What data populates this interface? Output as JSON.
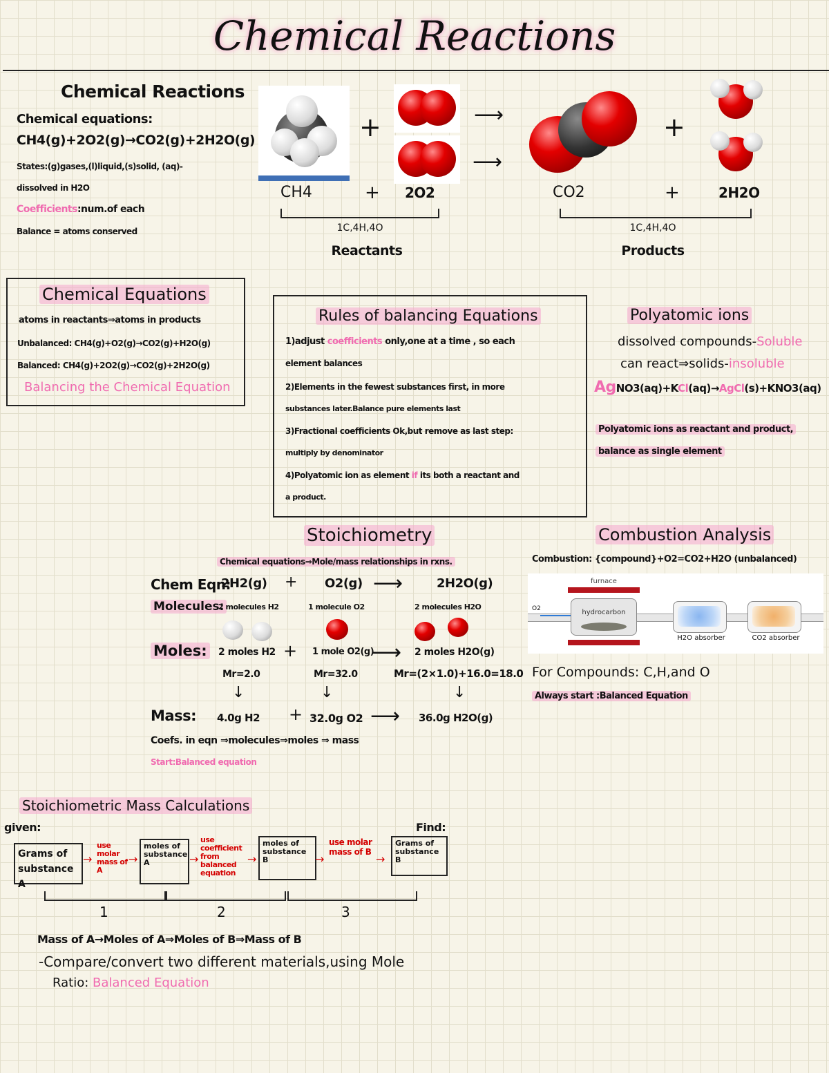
{
  "title": "Chemical Reactions",
  "section1": {
    "heading": "Chemical Reactions",
    "eq_label": "Chemical equations:",
    "equation": "CH4(g)+2O2(g)→CO2(g)+2H2O(g)",
    "states": "States:(g)gases,(l)liquid,(s)solid, (aq)-",
    "states2": "dissolved in H2O",
    "coeff_label": "Coefficients",
    "coeff_text": ":num.of each",
    "balance": "Balance = atoms conserved"
  },
  "diagram": {
    "plus": "+",
    "arrow": "⟶",
    "ch4": "CH4",
    "o2": "2O2",
    "co2": "CO2",
    "h2o": "2H2O",
    "reactant_count": "1C,4H,4O",
    "reactant_label": "Reactants",
    "product_count": "1C,4H,4O",
    "product_label": "Products"
  },
  "equations_box": {
    "heading": "Chemical Equations",
    "line1": "atoms in reactants⇒atoms in products",
    "line2": "Unbalanced: CH4(g)+O2(g)→CO2(g)+H2O(g)",
    "line3": "Balanced: CH4(g)+2O2(g)→CO2(g)+2H2O(g)",
    "link": "Balancing the Chemical Equation"
  },
  "rules_box": {
    "heading": "Rules of balancing Equations",
    "r1a": "1)adjust",
    "r1b": "coefficients",
    "r1c": "only,one at a time , so each",
    "r1d": "element balances",
    "r2a": "2)Elements in the fewest substances first, in more",
    "r2b": "substances later.Balance pure elements last",
    "r3a": "3)Fractional coefficients Ok,but remove as last step:",
    "r3b": "multiply by denominator",
    "r4a": "4)Polyatomic ion as element",
    "r4b": "if",
    "r4c": "its both a reactant and",
    "r4d": "a product."
  },
  "polyatomic": {
    "heading": "Polyatomic ions",
    "l1a": "dissolved compounds-",
    "l1b": "Soluble",
    "l2a": "can react⇒solids-",
    "l2b": "insoluble",
    "eq_ag": "Ag",
    "eq_mid": "NO3(aq)+K",
    "eq_cl": "Cl",
    "eq_mid2": "(aq)→",
    "eq_agcl": "AgCl",
    "eq_end": "(s)+KNO3(aq)",
    "note1": "Polyatomic ions as reactant and product,",
    "note2": "balance as single element"
  },
  "stoich": {
    "heading": "Stoichiometry",
    "sub": "Chemical equations⇒Mole/mass relationships in rxns.",
    "eqn_label": "Chem Eqn:",
    "eqn_r1": "2H2(g)",
    "eqn_r2": "O2(g)",
    "eqn_p": "2H2O(g)",
    "mol_label": "Molecules:",
    "mol_r1": "2 molecules H2",
    "mol_r2": "1 molecule O2",
    "mol_p": "2 molecules H2O",
    "moles_label": "Moles:",
    "moles_r1": "2 moles H2",
    "moles_r2": "1 mole O2(g)",
    "moles_p": "2 moles H2O(g)",
    "mr1": "Mr=2.0",
    "mr2": "Mr=32.0",
    "mr3": "Mr=(2×1.0)+16.0=18.0",
    "down": "↓",
    "mass_label": "Mass:",
    "mass_r1": "4.0g H2",
    "mass_r2": "32.0g O2",
    "mass_p": "36.0g H2O(g)",
    "coefs": "Coefs. in eqn ⇒molecules⇒moles ⇒ mass",
    "start": "Start:Balanced equation"
  },
  "combustion": {
    "heading": "Combustion Analysis",
    "line": "Combustion: {compound}+O2=CO2+H2O (unbalanced)",
    "furnace": "furnace",
    "o2": "O2",
    "hydrocarbon": "hydrocarbon",
    "h2o_abs": "H2O absorber",
    "co2_abs": "CO2 absorber",
    "compounds": "For Compounds: C,H,and O",
    "always": "Always start :Balanced Equation"
  },
  "mass_calc": {
    "heading": "Stoichiometric Mass Calculations",
    "given": "given:",
    "find": "Find:",
    "box1": "Grams of substance A",
    "step1": "use molar mass of A",
    "box2": "moles of substance A",
    "step2": "use coefficient from balanced equation",
    "box3": "moles of substance B",
    "step3": "use molar mass of B",
    "box4": "Grams of substance B",
    "n1": "1",
    "n2": "2",
    "n3": "3",
    "summary": "Mass of A→Moles of A⇒Moles of B⇒Mass of B",
    "compare": "-Compare/convert two different materials,using Mole",
    "ratio": "Ratio:",
    "ratio_link": "Balanced Equation"
  }
}
